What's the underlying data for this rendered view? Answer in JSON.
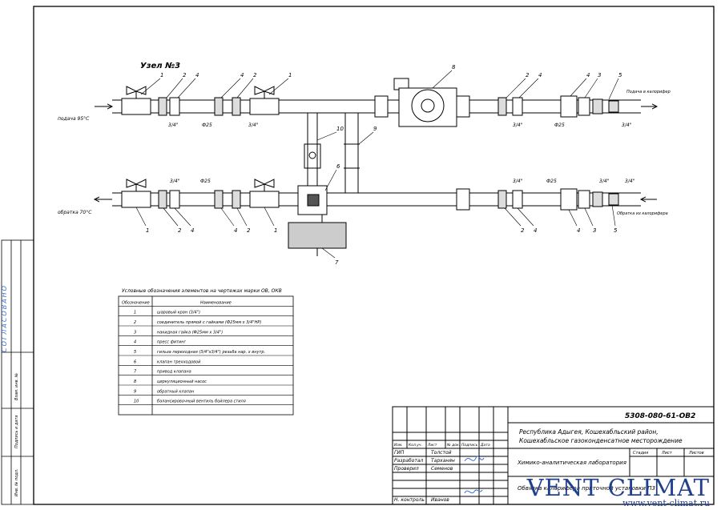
{
  "node_title": "Узел №3",
  "labels": {
    "supply": "подача 95°С",
    "return": "обратка 70°С",
    "to_heater": "Подача в калорифер",
    "from_heater": "Обратка из калорифера",
    "size_34": "3/4\"",
    "size_25": "Ф25"
  },
  "table": {
    "caption": "Условные обозначения элементов на чертежах марки ОВ, ОКВ",
    "headers": [
      "Обозначение",
      "Наименование"
    ],
    "rows": [
      {
        "num": "1",
        "name": "шаровый кран (3/4\")"
      },
      {
        "num": "2",
        "name": "соединитель прямой с гайками (Ф25мм х 3/4\"НР)"
      },
      {
        "num": "3",
        "name": "накидная гайка (Ф25мм х 3/4\")"
      },
      {
        "num": "4",
        "name": "пресс фитинг"
      },
      {
        "num": "5",
        "name": "гильза переходная (3/4\"х3/4\") резьба нар. х внутр."
      },
      {
        "num": "6",
        "name": "клапан трехходовой"
      },
      {
        "num": "7",
        "name": "привод клапана"
      },
      {
        "num": "8",
        "name": "циркуляционный насос"
      },
      {
        "num": "9",
        "name": "обратный клапан"
      },
      {
        "num": "10",
        "name": "балансировочный вентиль бойлера стиля"
      }
    ]
  },
  "stamp": {
    "code": "5308-080-61-ОВ2",
    "org": "Республика Адыгея, Кошехабльский район,",
    "org2": "Кошехабльское газоконденсатное месторождение",
    "object": "Химико-аналитическая лаборатория",
    "drawing": "Обвязка калорифера приточной установки П3",
    "header_cols": [
      "Изм.",
      "Кол.уч.",
      "Лист",
      "№ док.",
      "Подпись",
      "Дата"
    ],
    "roles": [
      {
        "role": "ГИП",
        "name": "Толстой"
      },
      {
        "role": "Разработал",
        "name": "Тарханян"
      },
      {
        "role": "Проверил",
        "name": "Семенов"
      },
      {
        "role": "Н. контроль",
        "name": "Иванов"
      }
    ],
    "stage_cols": [
      "Стадия",
      "Лист",
      "Листов"
    ]
  },
  "side": {
    "agreed": "СОГЛАСОВАНО",
    "inv": "Взам. инв. №",
    "sign": "Подпись и дата",
    "orig": "Инв. № подл."
  },
  "watermark": {
    "brand": "VENT CLIMAT",
    "url": "www.vent-climat.ru"
  }
}
